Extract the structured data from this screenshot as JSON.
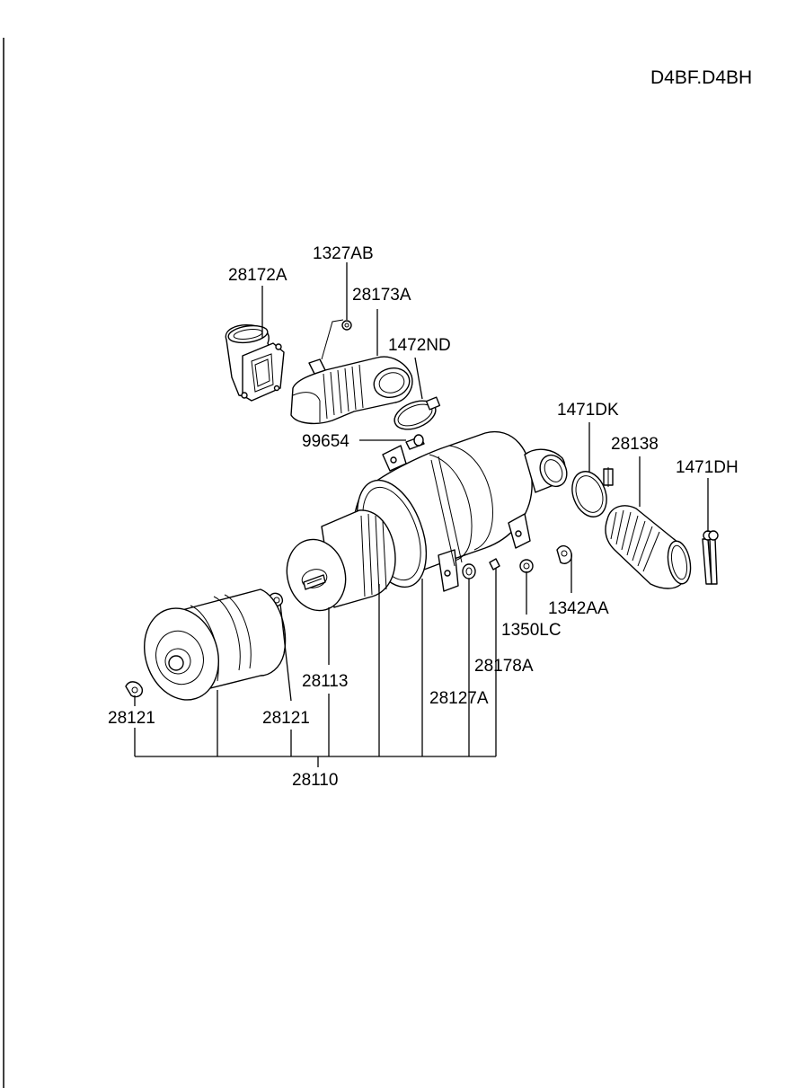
{
  "diagram": {
    "model": "D4BF.D4BH",
    "parts": {
      "p28172A": "28172A",
      "p1327AB": "1327AB",
      "p28173A": "28173A",
      "p1472ND": "1472ND",
      "p99654": "99654",
      "p1471DK": "1471DK",
      "p28138": "28138",
      "p1471DH": "1471DH",
      "p1342AA": "1342AA",
      "p1350LC": "1350LC",
      "p28178A": "28178A",
      "p28127A": "28127A",
      "p28113": "28113",
      "p28121_left": "28121",
      "p28121_mid": "28121",
      "p28110": "28110"
    }
  }
}
